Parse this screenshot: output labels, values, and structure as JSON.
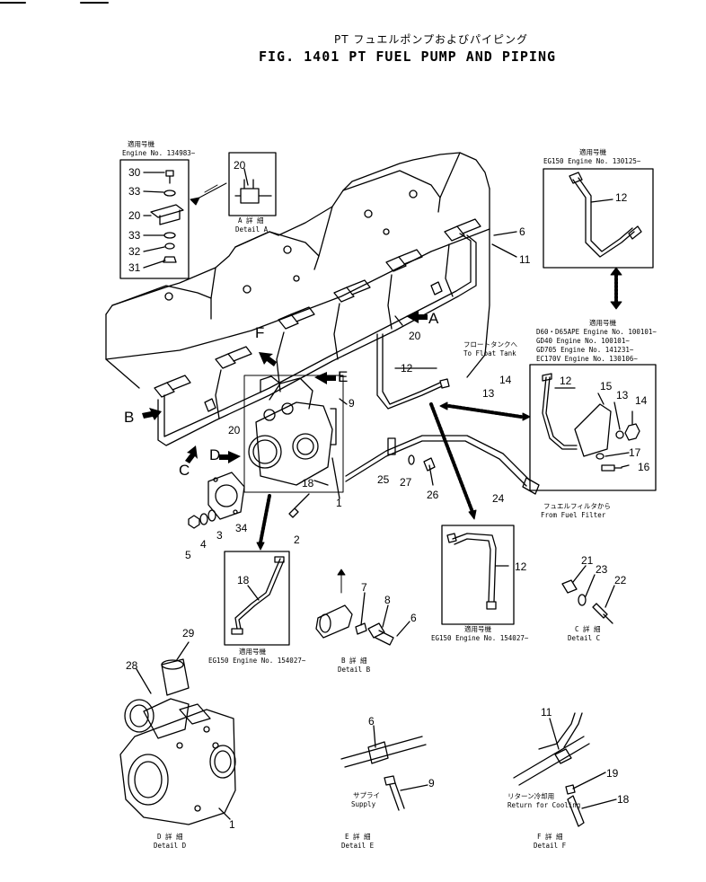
{
  "title_jp": "PT フュエルポンプおよびパイピング",
  "title_en": "FIG. 1401  PT FUEL PUMP AND PIPING",
  "views": {
    "A": "A",
    "B": "B",
    "C": "C",
    "D": "D",
    "E": "E",
    "F": "F"
  },
  "notes": {
    "eng134983_jp": "適用号機",
    "eng134983_en": "Engine No. 134983~",
    "detailA_jp": "A 詳 細",
    "detailA_en": "Detail A",
    "eg150_130125_jp": "適用号機",
    "eg150_130125_en": "EG150  Engine No. 130125~",
    "apps_jp": "適用号機",
    "app1": "D60・D65APE    Engine  No. 100101~",
    "app2": "GD40           Engine  No. 100101~",
    "app3": "GD705          Engine  No. 141231~",
    "app4": "EC170V         Engine  No. 130106~",
    "float_jp": "フロートタンクへ",
    "float_en": "To Float Tank",
    "filter_jp": "フュエルフィルタから",
    "filter_en": "From Fuel Filter",
    "eg150_154027a_jp": "適用号機",
    "eg150_154027a_en": "EG150  Engine No. 154027~",
    "eg150_154027b_jp": "適用号機",
    "eg150_154027b_en": "EG150  Engine No. 154027~",
    "detailB_jp": "B 詳 細",
    "detailB_en": "Detail B",
    "detailC_jp": "C 詳 細",
    "detailC_en": "Detail C",
    "detailD_jp": "D 詳 細",
    "detailD_en": "Detail D",
    "detailE_jp": "E 詳 細",
    "detailE_en": "Detail E",
    "detailF_jp": "F 詳 細",
    "detailF_en": "Detail F",
    "supply_jp": "サプライ",
    "supply_en": "Supply",
    "return_jp": "リターン冷却用",
    "return_en": "Return for Cooling"
  },
  "callouts": {
    "p30": "30",
    "p33a": "33",
    "p20a": "20",
    "p33b": "33",
    "p32": "32",
    "p31": "31",
    "p20detA": "20",
    "p12a": "12",
    "p6": "6",
    "p11": "11",
    "p20b": "20",
    "p12b": "12",
    "p13a": "13",
    "p14a": "14",
    "p9": "9",
    "p20c": "20",
    "p1": "1",
    "p18": "18",
    "p25": "25",
    "p27": "27",
    "p26": "26",
    "p24": "24",
    "p12c": "12",
    "p15": "15",
    "p13b": "13",
    "p14b": "14",
    "p17": "17",
    "p16": "16",
    "p34": "34",
    "p3": "3",
    "p4": "4",
    "p5": "5",
    "p2": "2",
    "p18b": "18",
    "p7": "7",
    "p8": "8",
    "p6b": "6",
    "p12d": "12",
    "p21": "21",
    "p23": "23",
    "p22": "22",
    "p29": "29",
    "p28": "28",
    "p1b": "1",
    "p6c": "6",
    "p9b": "9",
    "p11b": "11",
    "p19": "19",
    "p18c": "18"
  }
}
